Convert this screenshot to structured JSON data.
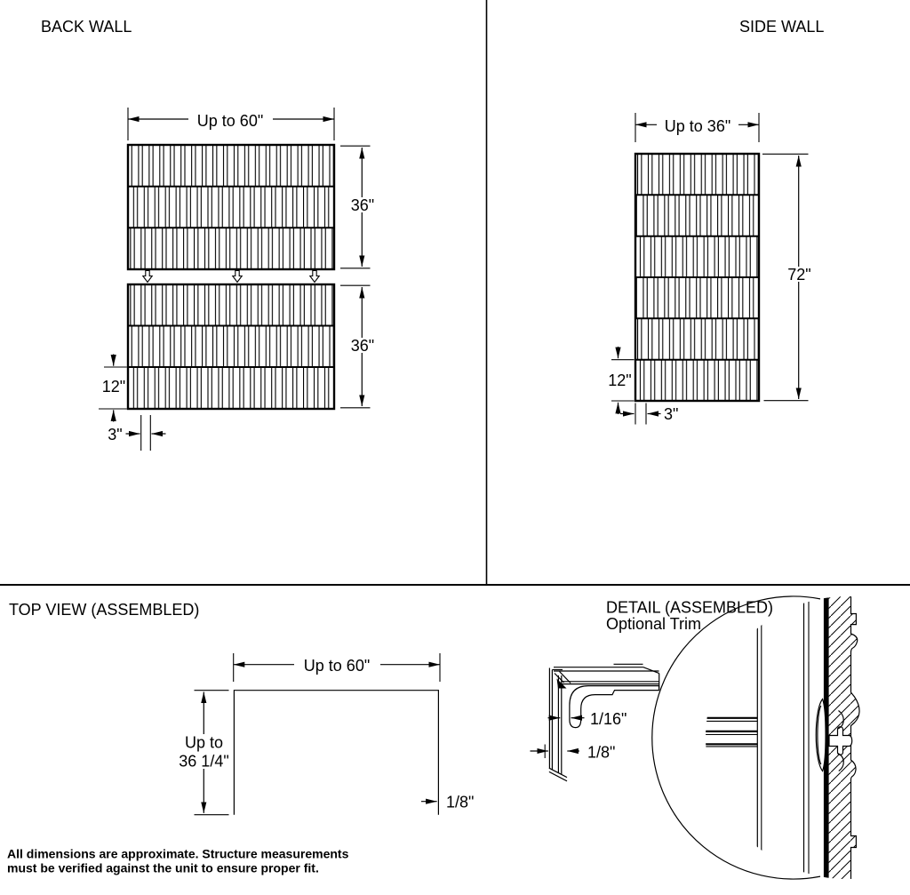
{
  "colors": {
    "ink": "#000000",
    "background": "#ffffff"
  },
  "back_wall": {
    "title": "BACK WALL",
    "width_dim": "Up to 60\"",
    "panel1_height_dim": "36\"",
    "panel2_height_dim": "36\"",
    "bottom_row_dim": "12\"",
    "slat_spacing_dim": "3\""
  },
  "side_wall": {
    "title": "SIDE WALL",
    "width_dim": "Up to 36\"",
    "height_dim": "72\"",
    "bottom_row_dim": "12\"",
    "slat_spacing_dim": "3\""
  },
  "top_view": {
    "title": "TOP VIEW (ASSEMBLED)",
    "width_dim": "Up to 60\"",
    "depth_dim_line1": "Up to",
    "depth_dim_line2": "36 1/4\"",
    "flange_dim": "1/8\""
  },
  "detail": {
    "title_line1": "DETAIL (ASSEMBLED)",
    "title_line2": "Optional Trim",
    "gap_dim": "1/16\"",
    "thickness_dim": "1/8\""
  },
  "footer": {
    "line1": "All dimensions are approximate. Structure measurements",
    "line2": "must be verified against the unit to ensure proper fit."
  }
}
